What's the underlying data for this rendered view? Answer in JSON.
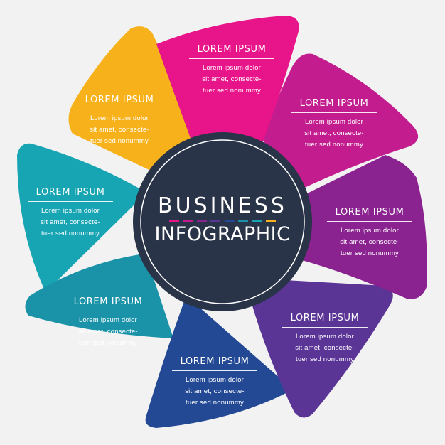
{
  "center": {
    "line1": "BUSINESS",
    "line2": "INFOGRAPHIC"
  },
  "segments": [
    {
      "title": "LOREM IPSUM",
      "line1": "Lorem ipsum dolor",
      "line2": "sit amet, consecte-",
      "line3": "tuer sed nonummy",
      "color": "#e8148a"
    },
    {
      "title": "LOREM IPSUM",
      "line1": "Lorem ipsum dolor",
      "line2": "sit amet, consecte-",
      "line3": "tuer sed nonummy",
      "color": "#c21c8e"
    },
    {
      "title": "LOREM IPSUM",
      "line1": "Lorem ipsum dolor",
      "line2": "sit amet, consecte-",
      "line3": "tuer sed nonummy",
      "color": "#8a2290"
    },
    {
      "title": "LOREM IPSUM",
      "line1": "Lorem ipsum dolor",
      "line2": "sit amet, consecte-",
      "line3": "tuer sed nonummy",
      "color": "#5a3596"
    },
    {
      "title": "LOREM IPSUM",
      "line1": "Lorem ipsum dolor",
      "line2": "sit amet, consecte-",
      "line3": "tuer sed nonummy",
      "color": "#234894"
    },
    {
      "title": "LOREM IPSUM",
      "line1": "Lorem ipsum dolor",
      "line2": "sit amet, consecte-",
      "line3": "tuer sed nonummy",
      "color": "#1a93a8"
    },
    {
      "title": "LOREM IPSUM",
      "line1": "Lorem ipsum dolor",
      "line2": "sit amet, consecte-",
      "line3": "tuer sed nonummy",
      "color": "#17a5b4"
    },
    {
      "title": "LOREM IPSUM",
      "line1": "Lorem ipsum dolor",
      "line2": "sit amet, consecte-",
      "line3": "tuer sed nonummy",
      "color": "#f7b21b"
    }
  ],
  "colors": {
    "hub": "#2a3448",
    "background": "#f2f2f2"
  },
  "dash_colors": [
    "#e8148a",
    "#c21c8e",
    "#8a2290",
    "#5a3596",
    "#234894",
    "#1a93a8",
    "#17a5b4",
    "#f7b21b"
  ]
}
